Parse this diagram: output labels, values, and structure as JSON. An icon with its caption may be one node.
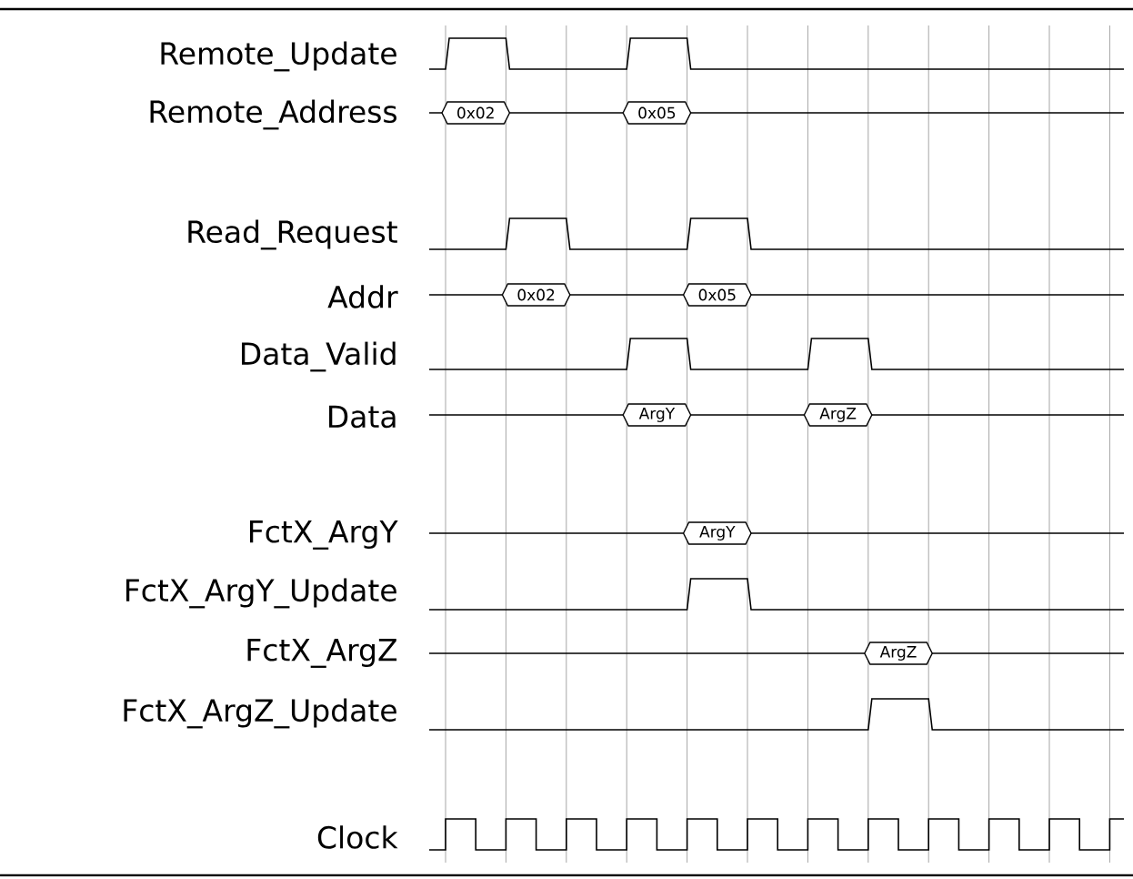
{
  "diagram": {
    "nodes": [
      {
        "text": [
          "0x02"
        ]
      },
      {
        "text": [
          "0x05"
        ]
      },
      {
        "text": [
          "0x02"
        ]
      },
      {
        "text": [
          "0x05"
        ]
      },
      {
        "text": [
          "ArgY"
        ]
      },
      {
        "text": [
          "ArgZ"
        ]
      },
      {
        "text": [
          "ArgY"
        ]
      },
      {
        "text": [
          "ArgZ"
        ]
      }
    ],
    "labels": [
      "Remote_Update",
      "Remote_Address",
      "Read_Request",
      "Addr",
      "Data_Valid",
      "Data",
      "FctX_ArgY",
      "FctX_ArgY_Update",
      "FctX_ArgZ",
      "FctX_ArgZ_Update",
      "Clock"
    ]
  }
}
